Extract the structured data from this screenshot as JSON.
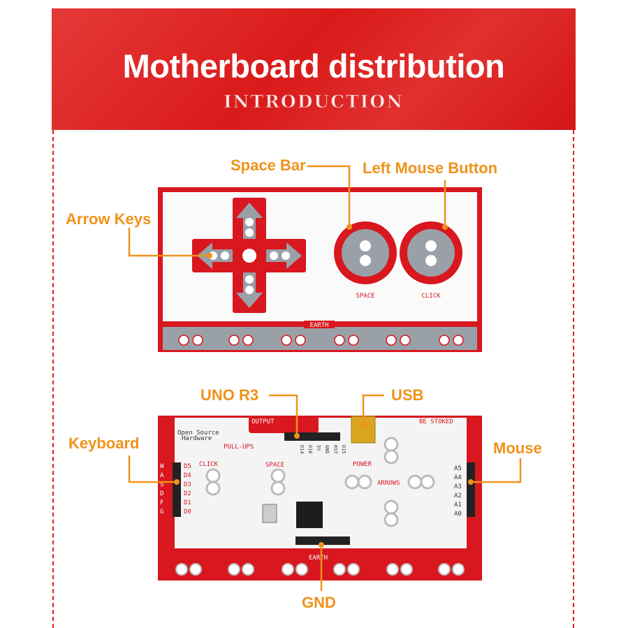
{
  "header": {
    "title": "Motherboard distribution",
    "subtitle": "INTRODUCTION"
  },
  "callouts": {
    "space_bar": "Space Bar",
    "left_mouse_button": "Left Mouse Button",
    "arrow_keys": "Arrow Keys",
    "uno_r3": "UNO R3",
    "usb": "USB",
    "keyboard": "Keyboard",
    "mouse": "Mouse",
    "gnd": "GND"
  },
  "top_board": {
    "space_label": "SPACE",
    "click_label": "CLICK",
    "earth_label": "EARTH"
  },
  "bottom_board": {
    "output": "OUTPUT",
    "open_source": "Open Source",
    "hardware": "Hardware",
    "pull_ups": "PULL-UPS",
    "click": "CLICK",
    "space": "SPACE",
    "power": "POWER",
    "arrows": "ARROWS",
    "be_stoked": "BE STOKED",
    "earth": "EARTH",
    "keys": [
      "W",
      "A",
      "S",
      "D",
      "F",
      "G"
    ],
    "digital_pins": [
      "D5",
      "D4",
      "D3",
      "D2",
      "D1",
      "D0"
    ],
    "analog_pins": [
      "A5",
      "A4",
      "A3",
      "A2",
      "A1",
      "A0"
    ],
    "header_pins": [
      "D14",
      "D16",
      "5V",
      "GND",
      "RST",
      "D15"
    ]
  },
  "colors": {
    "banner": "#e0201f",
    "accent": "#f0921a",
    "pcb_red": "#d8171f",
    "pad_gray": "#9aa0a8"
  }
}
